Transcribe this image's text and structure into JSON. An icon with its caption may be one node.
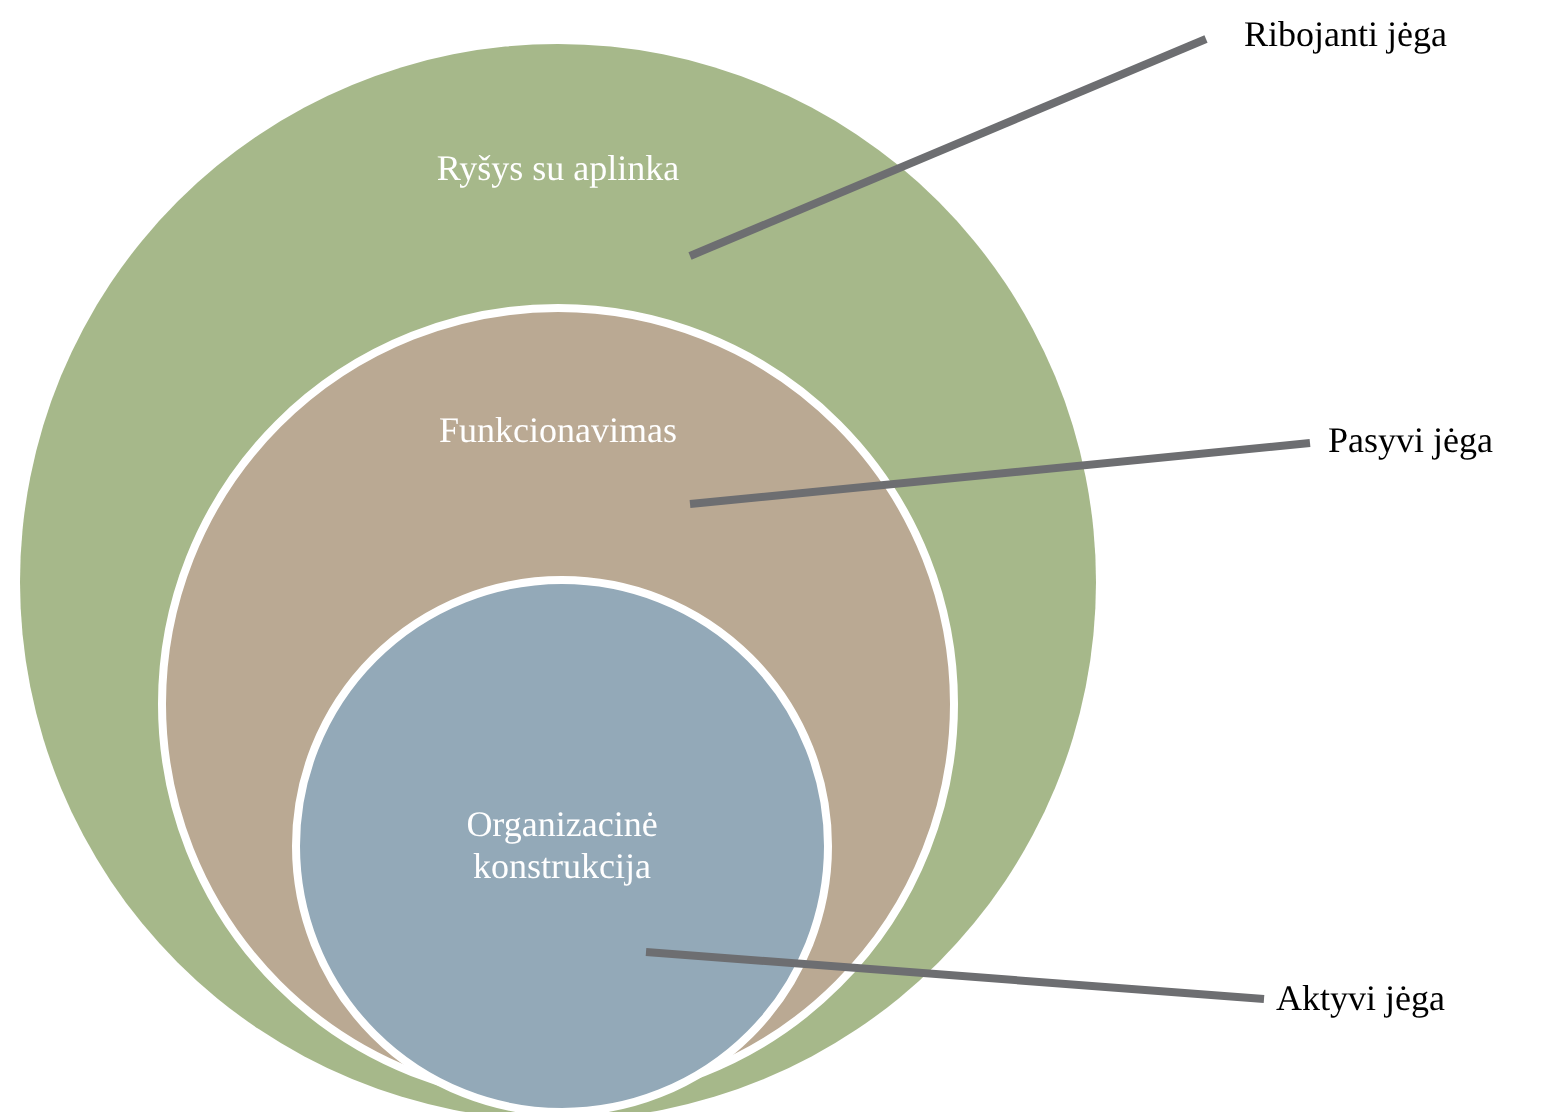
{
  "diagram": {
    "nodes": [
      {
        "text": [
          "Ryšys su aplinka"
        ]
      },
      {
        "text": [
          "Funkcionavimas"
        ],
        "in": 0
      },
      {
        "text": [
          "Organizacinė konstrukcija"
        ],
        "in": 1
      },
      {
        "text": [
          "Ribojanti jėga"
        ]
      },
      {
        "text": [
          "Pasyvi jėga"
        ]
      },
      {
        "text": [
          "Aktyvi jėga"
        ]
      }
    ],
    "edges": [
      {
        "from": 3,
        "to": 0,
        "arrow": "none"
      },
      {
        "from": 4,
        "to": 1,
        "arrow": "none"
      },
      {
        "from": 5,
        "to": 2,
        "arrow": "none"
      }
    ]
  }
}
